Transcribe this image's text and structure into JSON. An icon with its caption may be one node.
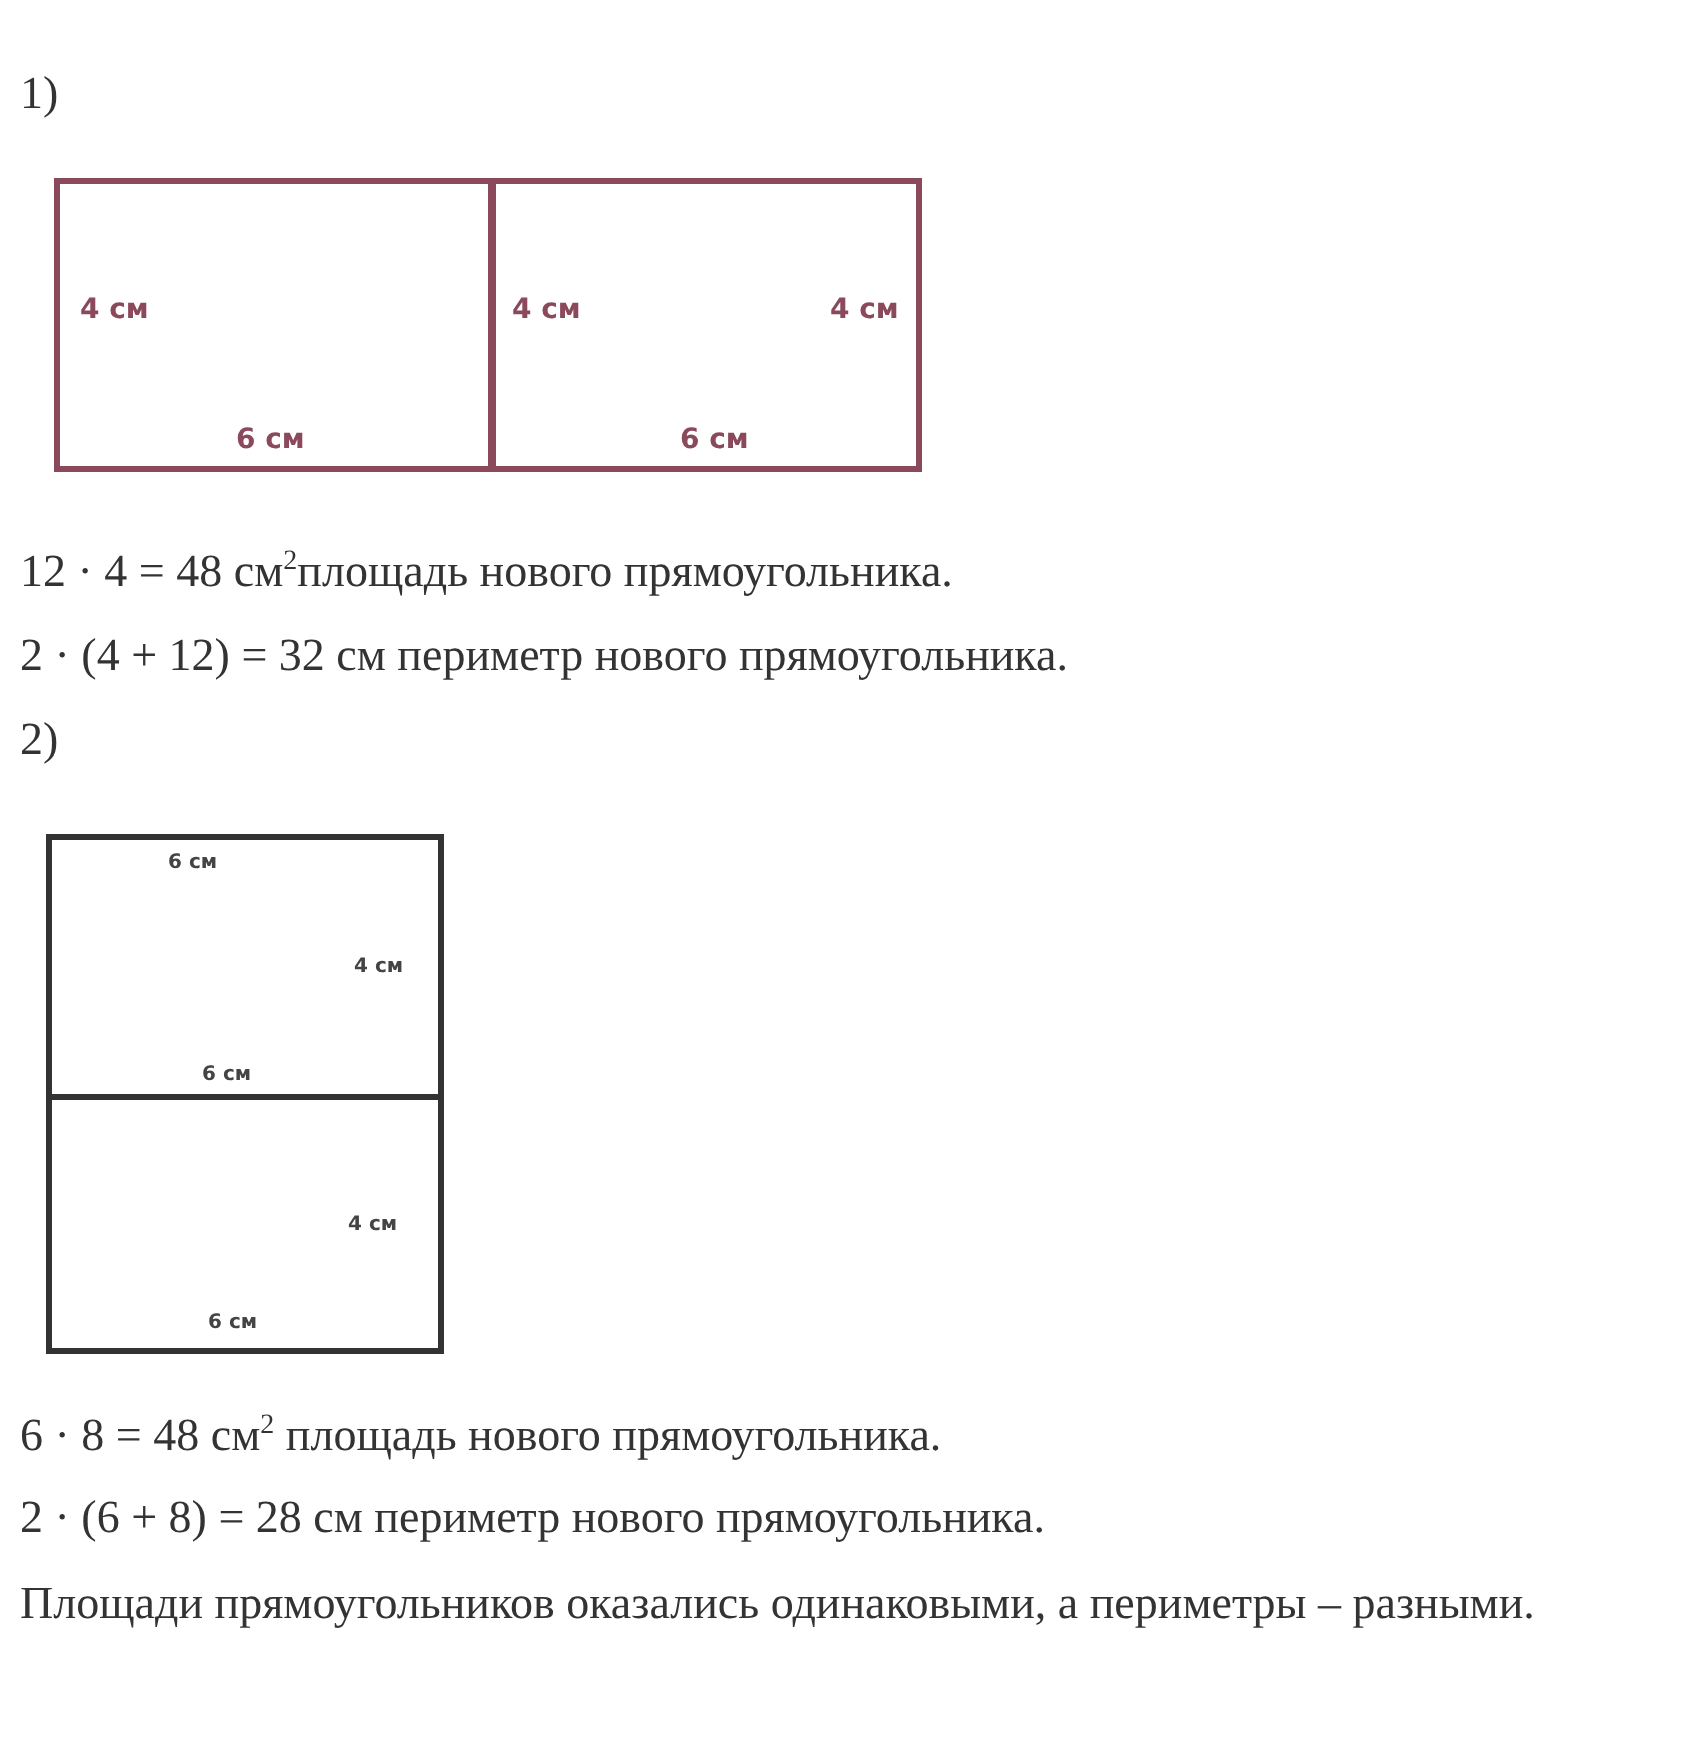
{
  "diagram": {
    "nodes": [
      {
        "text": [
          "4 см",
          "6 см"
        ]
      },
      {
        "text": [
          "4 см",
          "4 см",
          "6 см"
        ]
      },
      {
        "text": [
          "6 см",
          "4 см",
          "6 см"
        ]
      },
      {
        "text": [
          "4 см",
          "6 см"
        ]
      }
    ],
    "labels": [
      "1)",
      "12 · 4 = 48 см$^{2}$площадь нового прямоугольника.",
      "2 · (4 + 12) = 32 см периметр нового прямоугольника.",
      "2)",
      "6 · 8 = 48 см$^{2}$ площадь нового прямоугольника.",
      "2 · (6 + 8) = 28 см периметр нового прямоугольника.",
      "Площади прямоугольников оказались одинаковыми, а периметры – разными."
    ]
  }
}
